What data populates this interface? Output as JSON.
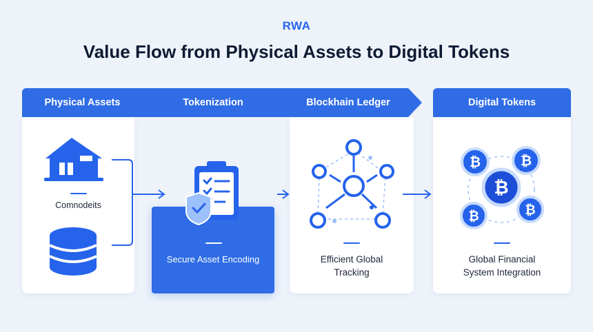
{
  "header": {
    "eyebrow": "RWA",
    "title": "Value Flow from Physical Assets to Digital Tokens"
  },
  "stages": [
    {
      "label": "Physical Assets",
      "icons": [
        "house-icon",
        "database-icon"
      ],
      "caption": "Comnodeits"
    },
    {
      "label": "Tokenization",
      "icons": [
        "clipboard-checklist-icon",
        "shield-check-icon"
      ],
      "caption": "Secure Asset Encoding"
    },
    {
      "label": "Blockhain Ledger",
      "icons": [
        "network-nodes-icon"
      ],
      "caption_lines": [
        "Efficient Global",
        "Tracking"
      ]
    },
    {
      "label": "Digital Tokens",
      "icons": [
        "bitcoin-icon"
      ],
      "caption_lines": [
        "Global Financial",
        "System Integration"
      ]
    }
  ],
  "colors": {
    "accent": "#2f6ce5",
    "background": "#eef3fa",
    "card": "#ffffff",
    "text": "#111a2e"
  }
}
